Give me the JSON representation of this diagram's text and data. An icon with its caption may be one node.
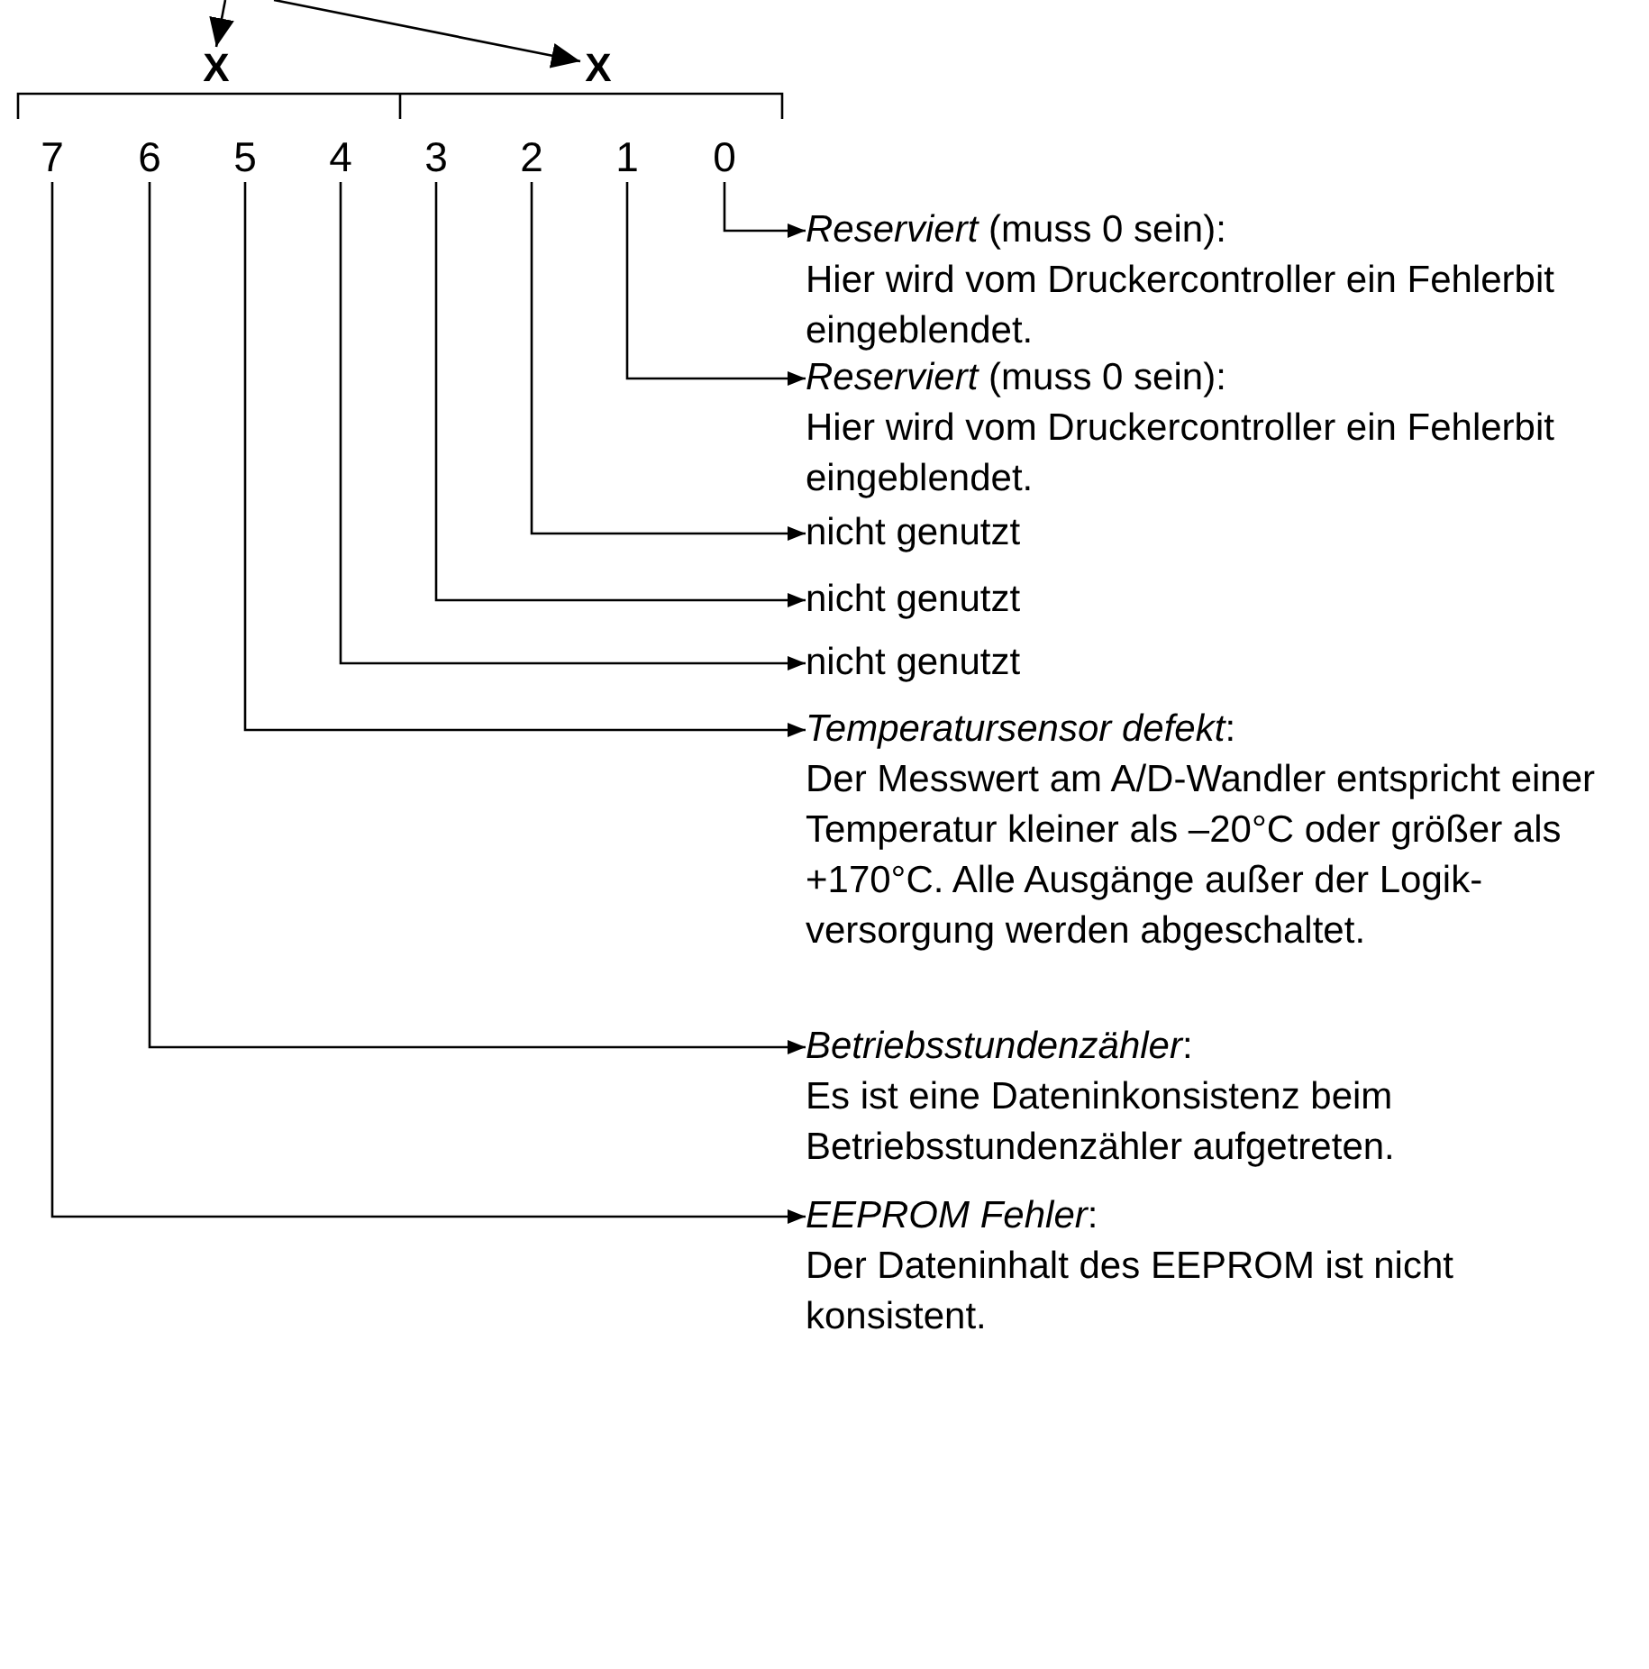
{
  "diagram": {
    "nodes": [
      {
        "text": [
          "X"
        ]
      },
      {
        "text": [
          "X"
        ]
      },
      {
        "text": [
          "7"
        ]
      },
      {
        "text": [
          "6"
        ]
      },
      {
        "text": [
          "5"
        ]
      },
      {
        "text": [
          "4"
        ]
      },
      {
        "text": [
          "3"
        ]
      },
      {
        "text": [
          "2"
        ]
      },
      {
        "text": [
          "1"
        ]
      },
      {
        "text": [
          "0"
        ]
      },
      {
        "text": [
          "*Reserviert* (muss 0 sein):",
          "Hier wird vom Druckercontroller ein Fehlerbit eingeblendet."
        ]
      },
      {
        "text": [
          "*Reserviert* (muss 0 sein):",
          "Hier wird vom Druckercontroller ein Fehlerbit eingeblendet."
        ]
      },
      {
        "text": [
          "nicht genutzt"
        ]
      },
      {
        "text": [
          "nicht genutzt"
        ]
      },
      {
        "text": [
          "nicht genutzt"
        ]
      },
      {
        "text": [
          "*Temperatursensor defekt*:",
          "Der Messwert am A/D-Wandler entspricht einer Temperatur kleiner als –20°C oder größer als +170°C. Alle Ausgänge außer der Logik-versorgung werden abgeschaltet."
        ]
      },
      {
        "text": [
          "*Betriebsstundenzähler*:",
          "Es ist eine Dateninkonsistenz beim Betriebsstundenzähler aufgetreten."
        ]
      },
      {
        "text": [
          "*EEPROM Fehler*:",
          "Der Dateninhalt des EEPROM ist nicht konsistent."
        ]
      }
    ],
    "edges": [
      {
        "from": null,
        "to": 0,
        "arrow": "to"
      },
      {
        "from": null,
        "to": 1,
        "arrow": "to"
      },
      {
        "from": 9,
        "to": 10,
        "arrow": "to"
      },
      {
        "from": 8,
        "to": 11,
        "arrow": "to"
      },
      {
        "from": 7,
        "to": 12,
        "arrow": "to"
      },
      {
        "from": 6,
        "to": 13,
        "arrow": "to"
      },
      {
        "from": 5,
        "to": 14,
        "arrow": "to"
      },
      {
        "from": 4,
        "to": 15,
        "arrow": "to"
      },
      {
        "from": 3,
        "to": 16,
        "arrow": "to"
      },
      {
        "from": 2,
        "to": 17,
        "arrow": "to"
      }
    ]
  }
}
